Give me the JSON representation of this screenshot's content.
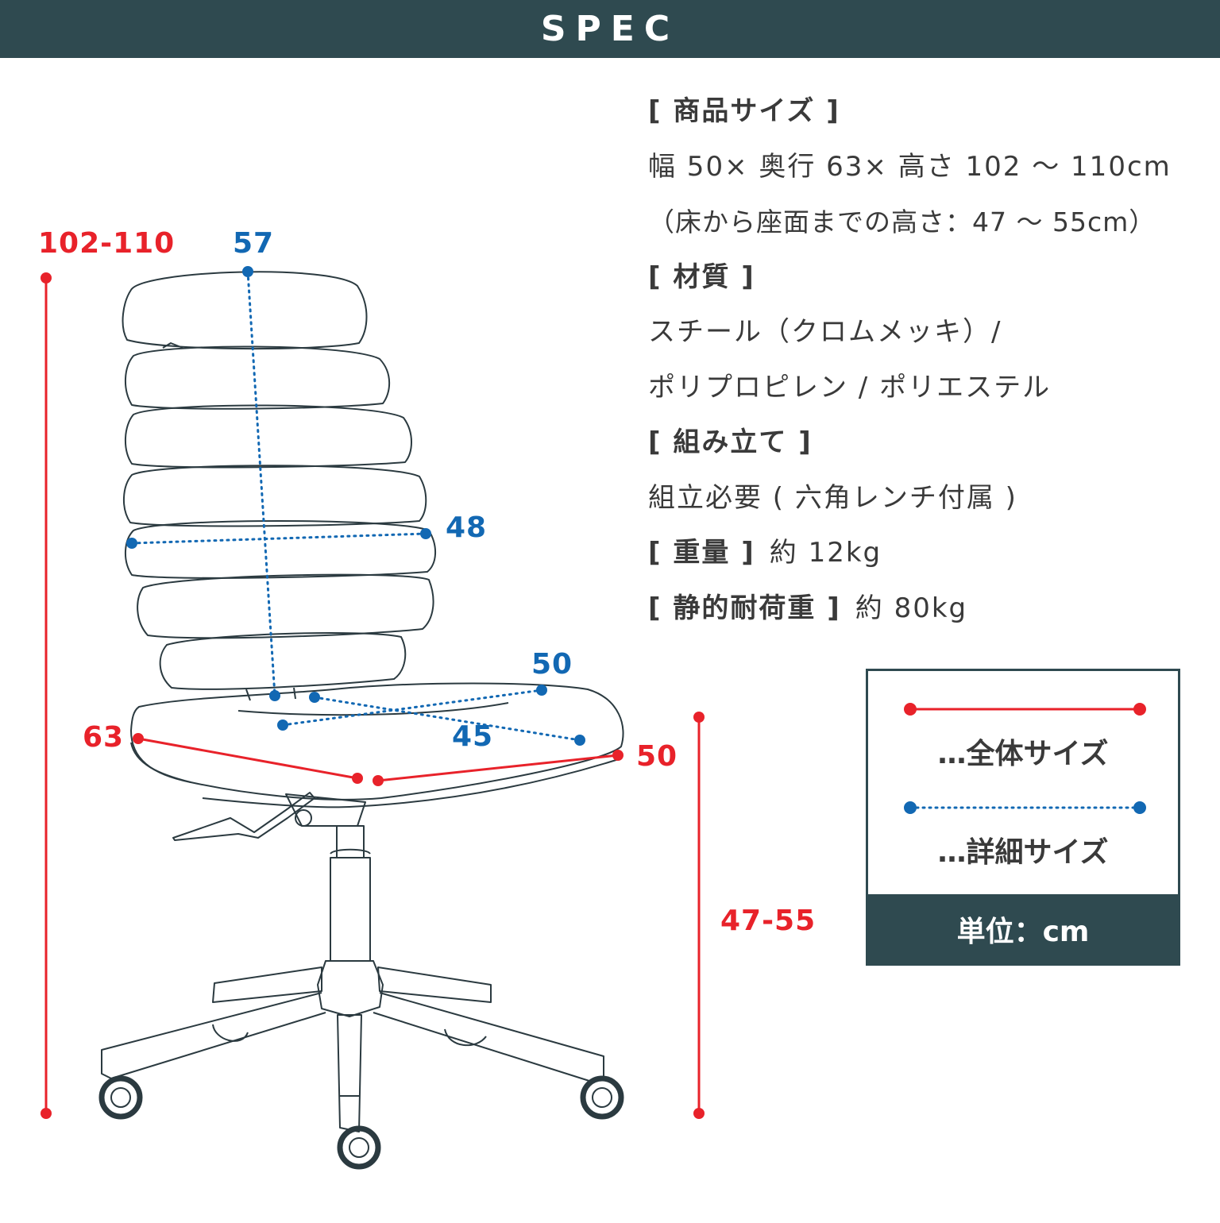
{
  "header": {
    "title": "SPEC"
  },
  "spec": {
    "size_heading": "[ 商品サイズ ]",
    "size_value": "幅 50× 奥行 63× 高さ 102 ～ 110cm",
    "seat_height": "（床から座面までの高さ：47 ～ 55cm）",
    "material_heading": "[ 材質 ]",
    "material_line1": "スチール（クロムメッキ）/",
    "material_line2": "ポリプロピレン / ポリエステル",
    "assembly_heading": "[ 組み立て ]",
    "assembly_value": "組立必要 ( 六角レンチ付属 )",
    "weight_heading": "[ 重量 ]",
    "weight_value": "約 12kg",
    "load_heading": "[ 静的耐荷重 ]",
    "load_value": "約 80kg"
  },
  "dimensions": {
    "overall_height": "102-110",
    "back_height": "57",
    "back_width": "48",
    "seat_depth_detail": "50",
    "seat_width_detail": "45",
    "overall_depth": "63",
    "overall_width": "50",
    "seat_height": "47-55"
  },
  "legend": {
    "overall_label": "…全体サイズ",
    "detail_label": "…詳細サイズ",
    "unit": "単位：cm"
  },
  "colors": {
    "header_bg": "#2f4a50",
    "overall_red": "#e8222a",
    "detail_blue": "#1268b3",
    "outline": "#2b3a40"
  }
}
